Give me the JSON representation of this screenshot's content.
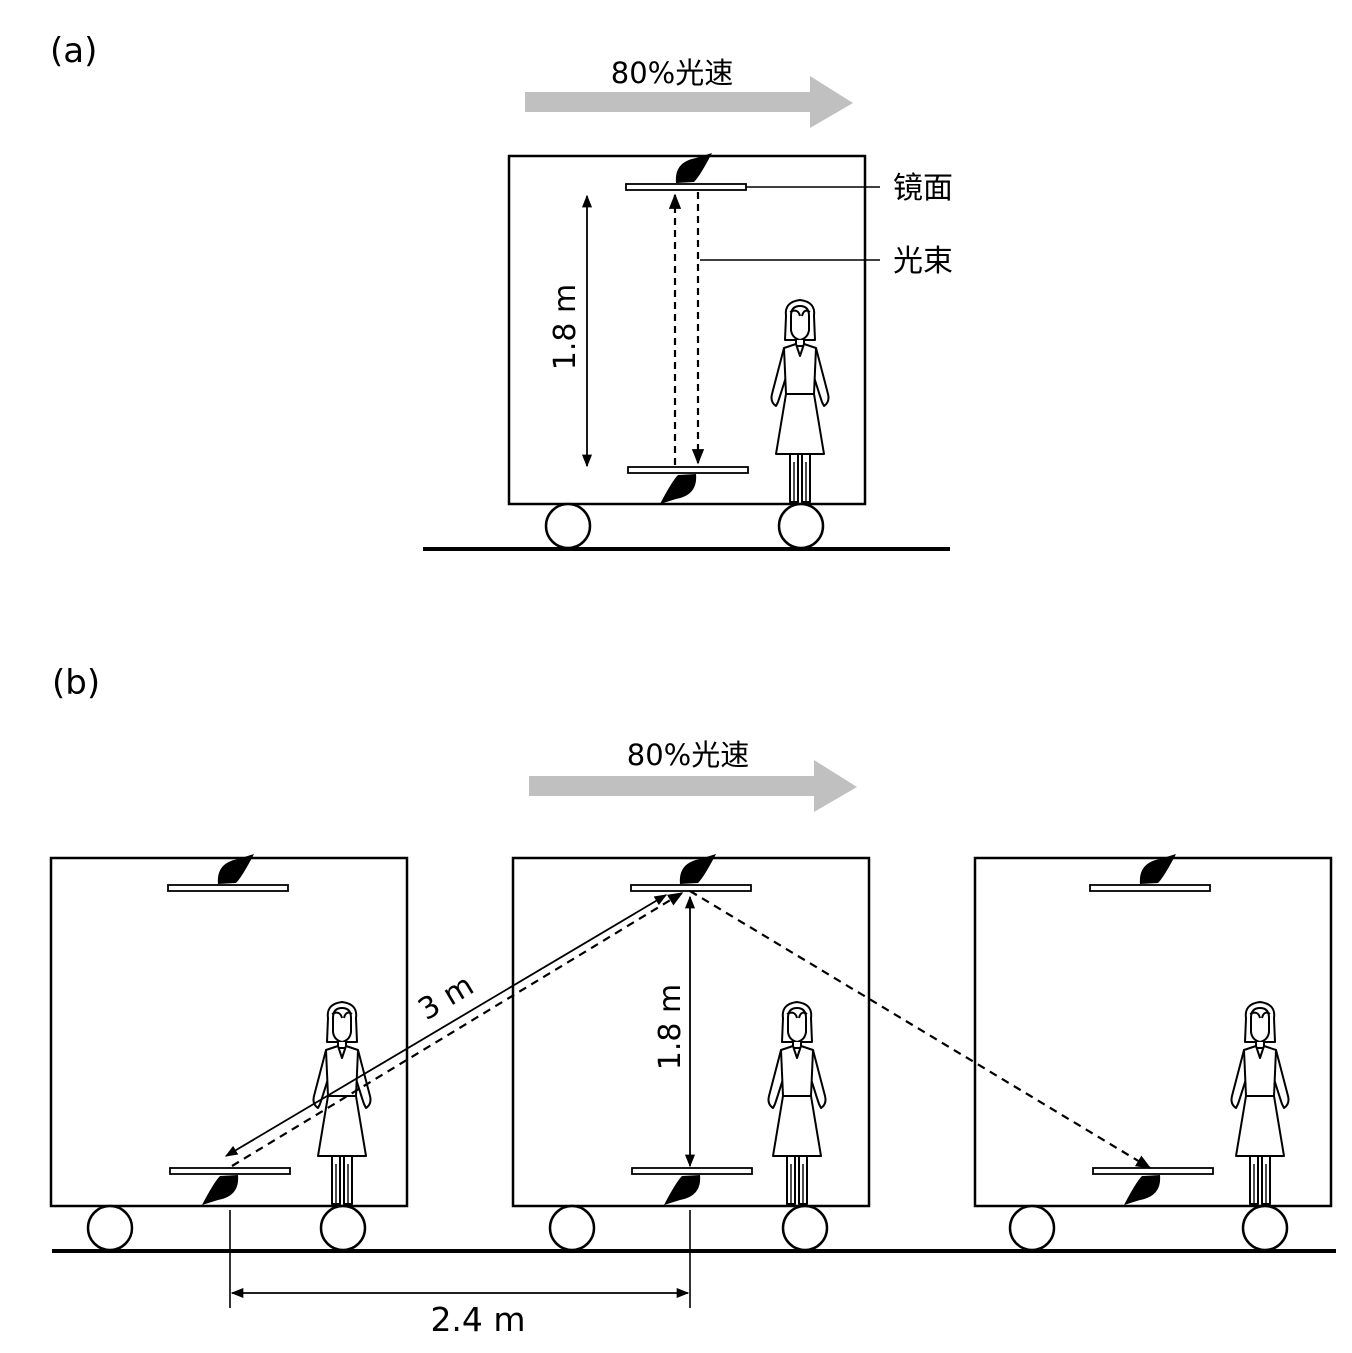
{
  "panel_a": {
    "label": "(a)",
    "speed_label": "80%光速",
    "height_label": "1.8 m",
    "mirror_label": "镜面",
    "beam_label": "光束"
  },
  "panel_b": {
    "label": "(b)",
    "speed_label": "80%光速",
    "diagonal_label": "3 m",
    "height_label": "1.8 m",
    "distance_label": "2.4 m"
  },
  "colors": {
    "arrow_gray": "#c0c0c0",
    "ink": "#000000"
  },
  "icons": [
    "person-icon",
    "wheel-icon",
    "light-emitter-icon",
    "mirror-icon"
  ]
}
